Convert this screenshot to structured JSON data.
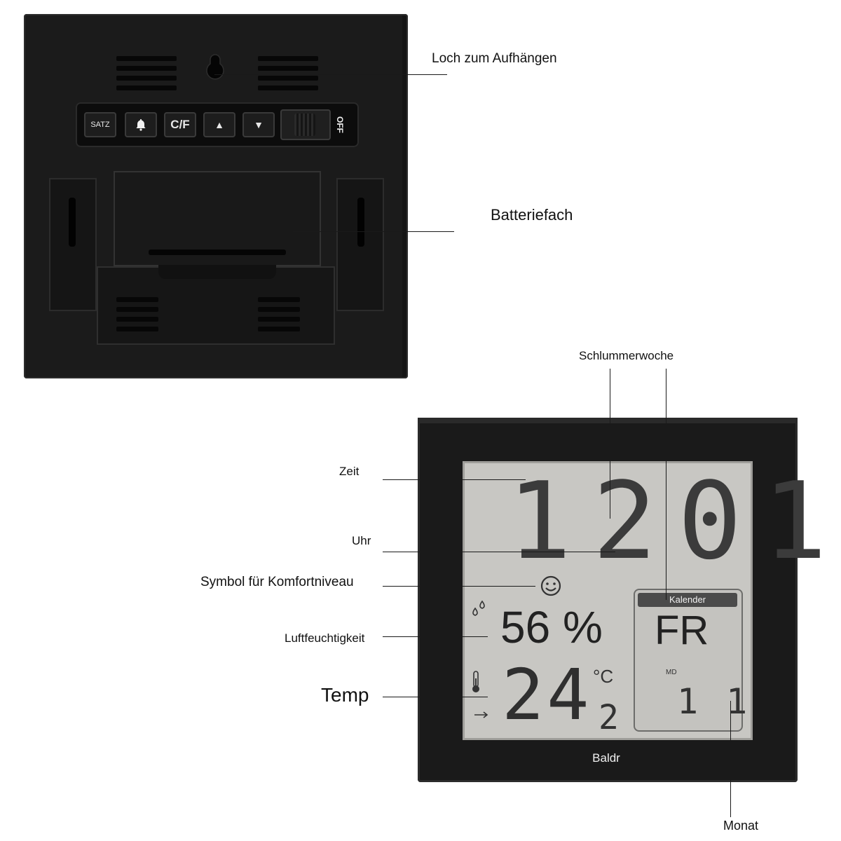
{
  "back_view": {
    "buttons": [
      {
        "label": "SATZ"
      },
      {
        "label": "",
        "icon": "bell-icon"
      },
      {
        "label": "C/F"
      },
      {
        "label": "▲",
        "icon": "arrow-up-icon"
      },
      {
        "label": "▼",
        "icon": "arrow-down-icon"
      }
    ],
    "switch_label": "OFF"
  },
  "front_view": {
    "time": "1201",
    "humidity": "56 %",
    "temperature": "24",
    "temperature_decimal": "2",
    "temperature_unit": "°C",
    "calendar_header": "Kalender",
    "weekday": "FR",
    "md_label": "MD",
    "date": "11",
    "brand": "Baldr"
  },
  "callouts": {
    "hanging_hole": "Loch zum Aufhängen",
    "battery": "Batteriefach",
    "snooze_week": "Schlummerwoche",
    "time": "Zeit",
    "clock": "Uhr",
    "comfort": "Symbol für Komfortniveau",
    "humidity": "Luftfeuchtigkeit",
    "temp": "Temp",
    "month": "Monat"
  },
  "colors": {
    "device_body": "#1b1b1b",
    "lcd_background": "#c8c7c3",
    "lcd_segments": "#2f2f2f"
  }
}
